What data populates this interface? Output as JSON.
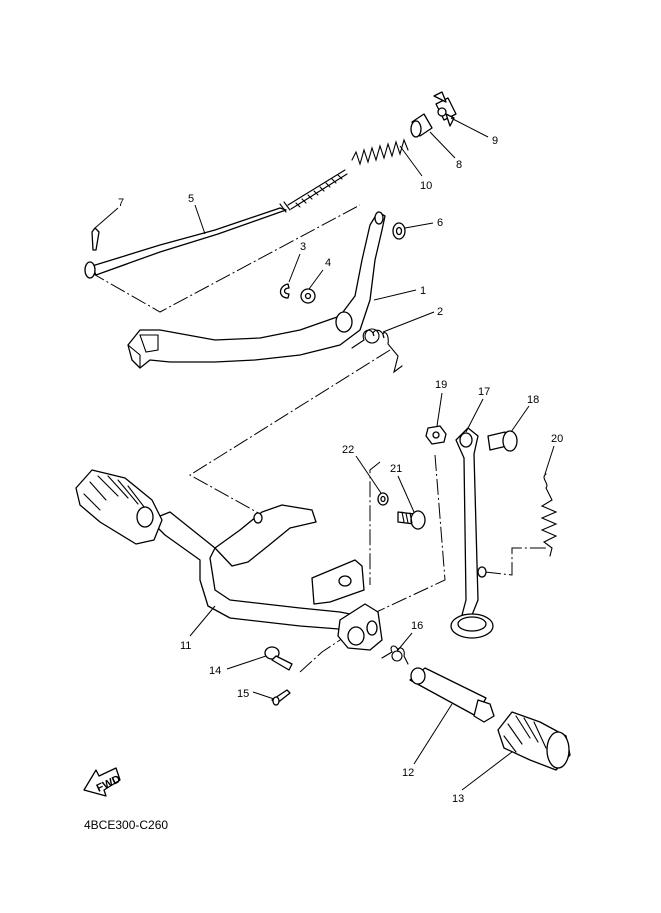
{
  "diagram": {
    "part_numbers": [
      "1",
      "2",
      "3",
      "4",
      "5",
      "6",
      "7",
      "8",
      "9",
      "10",
      "11",
      "12",
      "13",
      "14",
      "15",
      "16",
      "17",
      "18",
      "19",
      "20",
      "21",
      "22"
    ],
    "fwd_label": "FWD",
    "catalog_code": "4BCE300-C260"
  }
}
